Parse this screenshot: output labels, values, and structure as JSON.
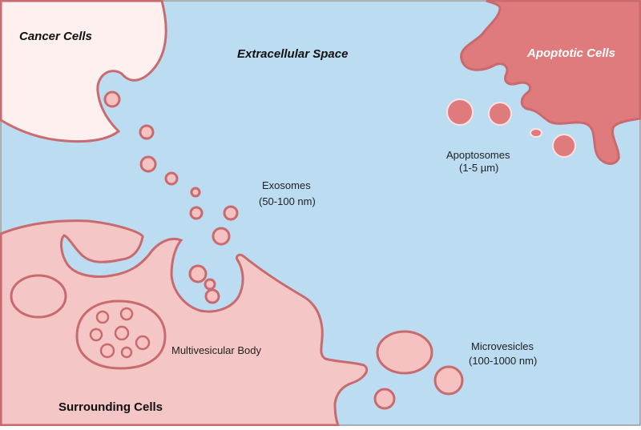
{
  "colors": {
    "space": "#bcdcf2",
    "cancer_fill": "#fdf0ef",
    "surrounding_fill": "#f4c6c6",
    "apoptotic_fill": "#df7b7d",
    "vesicle_fill": "#f5c1c1",
    "membrane": "#c96a6e"
  },
  "labels": {
    "cancer_cells": "Cancer Cells",
    "extracellular_space": "Extracellular Space",
    "apoptotic_cells": "Apoptotic Cells",
    "apoptosomes": "Apoptosomes",
    "apoptosomes_size": "(1-5 µm)",
    "exosomes": "Exosomes",
    "exosomes_size": "(50-100 nm)",
    "multivesicular_body": "Multivesicular Body",
    "microvesicles": "Microvesicles",
    "microvesicles_size": "(100-1000 nm)",
    "surrounding_cells": "Surrounding Cells"
  }
}
